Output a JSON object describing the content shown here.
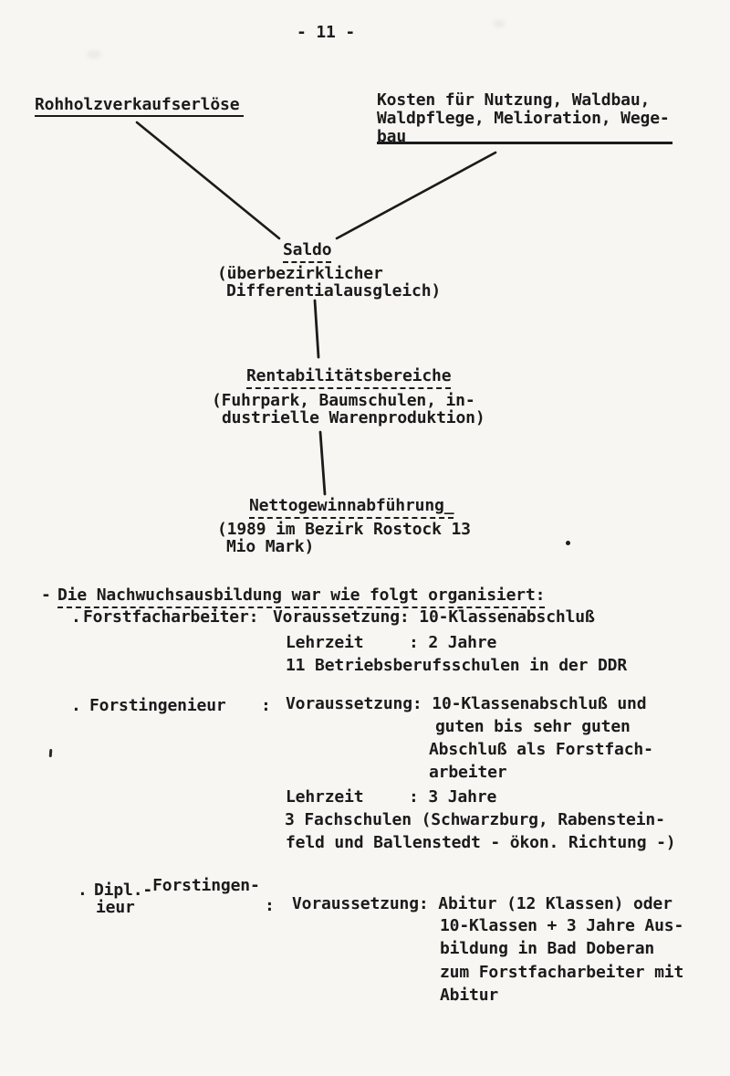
{
  "theme": {
    "paper": "#f7f6f3",
    "ink": "#1b1b1b"
  },
  "page": {
    "number": "- 11 -"
  },
  "flow_diagram": {
    "revenue_label": "Rohholzverkaufserlöse",
    "costs_line1": "Kosten für Nutzung, Waldbau,",
    "costs_line2": "Waldpflege, Melioration, Wege-",
    "costs_line3": "bau",
    "saldo_title": "Saldo",
    "saldo_sub1": "(überbezirklicher",
    "saldo_sub2": "Differentialausgleich)",
    "rentability_title": "Rentabilitätsbereiche",
    "rentability_sub1": "(Fuhrpark, Baumschulen, in-",
    "rentability_sub2": "dustrielle Warenproduktion)",
    "netprofit_title": "Nettogewinnabführung_",
    "netprofit_sub1": "(1989 im Bezirk Rostock 13",
    "netprofit_sub2": "Mio Mark)"
  },
  "training": {
    "dash": "-",
    "heading": "Die Nachwuchsausbildung war wie folgt organisiert:",
    "items": [
      {
        "bullet": ".",
        "name": "Forstfacharbeiter:",
        "req": "Voraussetzung: 10-Klassenabschluß",
        "lehrzeit_label": "Lehrzeit",
        "lehrzeit_value": ": 2 Jahre",
        "extra1": "11 Betriebsberufsschulen in der DDR"
      },
      {
        "bullet": ".",
        "name": "Forstingenieur",
        "colon": ":",
        "req": "Voraussetzung: 10-Klassenabschluß und",
        "req_cont1": "guten bis sehr guten",
        "req_cont2": "Abschluß als Forstfach-",
        "req_cont3": "arbeiter",
        "lehrzeit_label": "Lehrzeit",
        "lehrzeit_value": ": 3 Jahre",
        "extra1": "3 Fachschulen (Schwarzburg, Rabenstein-",
        "extra2": "feld und Ballenstedt - ökon. Richtung -)"
      },
      {
        "bullet": ".",
        "name_line1a": "Dipl.-",
        "name_line1b": "Forstingen-",
        "name_line2": "ieur",
        "colon": ":",
        "req": "Voraussetzung: Abitur (12 Klassen) oder",
        "req_cont1": "10-Klassen + 3 Jahre Aus-",
        "req_cont2": "bildung in Bad Doberan",
        "req_cont3": "zum Forstfacharbeiter mit",
        "req_cont4": "Abitur"
      }
    ]
  }
}
